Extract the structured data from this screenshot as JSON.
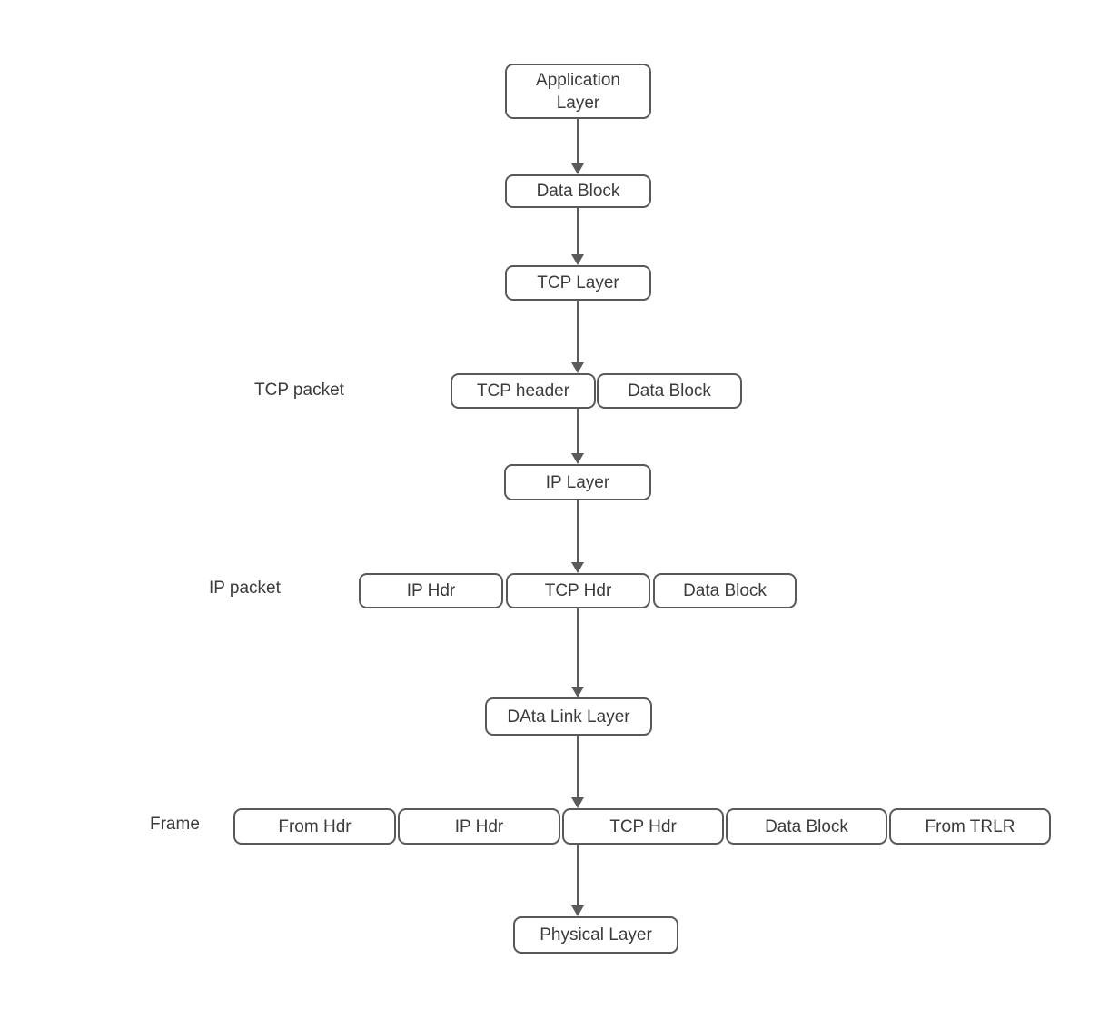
{
  "diagram": {
    "description": "TCP/IP encapsulation flow diagram",
    "nodes": {
      "application_layer": "Application Layer",
      "data_block_top": "Data Block",
      "tcp_layer": "TCP Layer",
      "tcp_header": "TCP header",
      "data_block_tcp": "Data Block",
      "ip_layer": "IP Layer",
      "ip_hdr": "IP Hdr",
      "tcp_hdr": "TCP Hdr",
      "data_block_ip": "Data Block",
      "data_link_layer": "DAta Link Layer",
      "from_hdr": "From Hdr",
      "ip_hdr_frame": "IP Hdr",
      "tcp_hdr_frame": "TCP Hdr",
      "data_block_frame": "Data Block",
      "from_trlr": "From TRLR",
      "physical_layer": "Physical Layer"
    },
    "labels": {
      "tcp_packet": "TCP packet",
      "ip_packet": "IP packet",
      "frame": "Frame"
    },
    "colors": {
      "background": "#ffffff",
      "node_border": "#595959",
      "node_fill": "#ffffff",
      "text": "#3b3b3b",
      "arrow": "#5b5b5b"
    }
  }
}
